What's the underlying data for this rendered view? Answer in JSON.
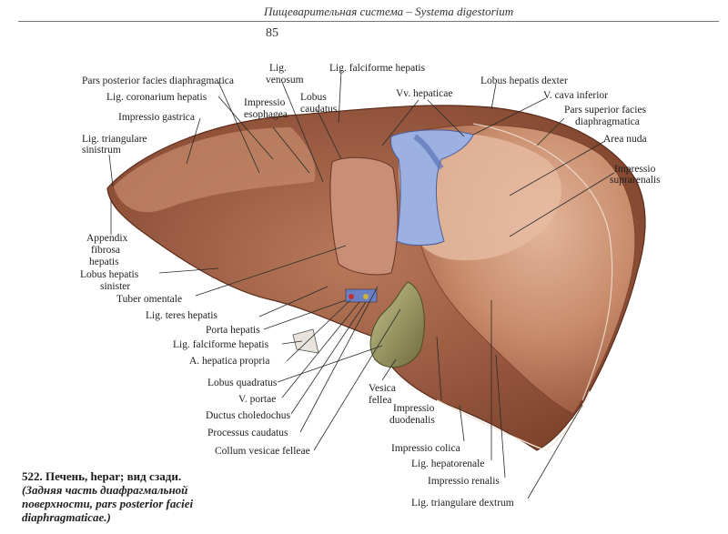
{
  "header": {
    "title": "Пищеварительная система – Systema digestorium",
    "page_number": "85"
  },
  "figure": {
    "labels": {
      "pars_posterior": "Pars posterior facies diaphragmatica",
      "lig_coronarium": "Lig. coronarium hepatis",
      "impressio_gastrica": "Impressio gastrica",
      "lig_triangulare_sin_1": "Lig. triangulare",
      "lig_triangulare_sin_2": "sinistrum",
      "lig_venosum_1": "Lig.",
      "lig_venosum_2": "venosum",
      "impressio_esophagea_1": "Impressio",
      "impressio_esophagea_2": "esophagea",
      "lobus_caudatus_1": "Lobus",
      "lobus_caudatus_2": "caudatus",
      "lig_falciforme_top": "Lig. falciforme hepatis",
      "vv_hepaticae": "Vv. hepaticae",
      "lobus_hepatis_dexter": "Lobus hepatis dexter",
      "v_cava_inferior": "V. cava inferior",
      "pars_superior_1": "Pars superior facies",
      "pars_superior_2": "diaphragmatica",
      "area_nuda": "Area nuda",
      "impressio_suprarenalis_1": "Impressio",
      "impressio_suprarenalis_2": "suprarenalis",
      "appendix_1": "Appendix",
      "appendix_2": "fibrosa",
      "appendix_3": "hepatis",
      "lobus_sinister_1": "Lobus hepatis",
      "lobus_sinister_2": "sinister",
      "tuber_omentale": "Tuber omentale",
      "lig_teres": "Lig. teres hepatis",
      "porta_hepatis": "Porta hepatis",
      "lig_falciforme_bottom": "Lig. falciforme hepatis",
      "a_hepatica": "A. hepatica propria",
      "lobus_quadratus": "Lobus quadratus",
      "v_portae": "V. portae",
      "ductus_choledochus": "Ductus choledochus",
      "processus_caudatus": "Processus caudatus",
      "collum_vesicae": "Collum vesicae felleae",
      "vesica_fellea_1": "Vesica",
      "vesica_fellea_2": "fellea",
      "impressio_duodenalis_1": "Impressio",
      "impressio_duodenalis_2": "duodenalis",
      "impressio_colica": "Impressio colica",
      "lig_hepatorenale": "Lig. hepatorenale",
      "impressio_renalis": "Impressio renalis",
      "lig_triangulare_dextrum": "Lig. triangulare dextrum"
    },
    "colors": {
      "liver_dark": "#8a4a32",
      "liver_mid": "#b97a5a",
      "liver_light": "#d9a888",
      "bare_area": "#e2b49a",
      "vein_blue": "#8fa6dc",
      "gallbladder": "#9c9a60"
    }
  },
  "caption": {
    "title": "522. Печень, hepar; вид сзади.",
    "subtitle_1": "(Задняя часть диафрагмальной",
    "subtitle_2": "поверхности, pars posterior faciei",
    "subtitle_3": "diaphragmaticae.)"
  }
}
